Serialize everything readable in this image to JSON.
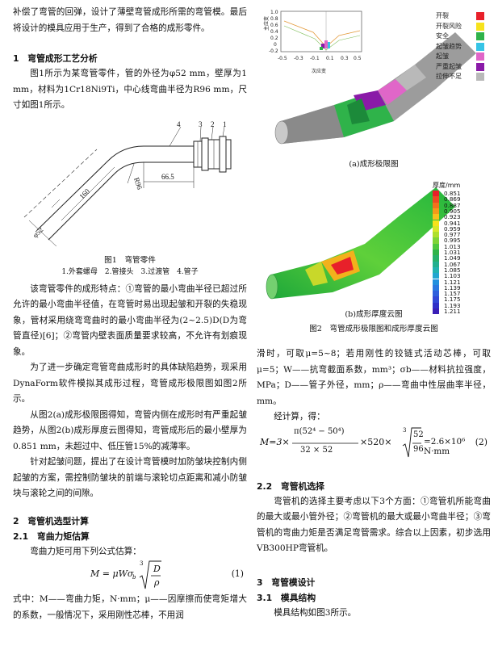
{
  "left": {
    "p_intro": "补偿了弯管的回弹，设计了薄壁弯管成形所需的弯管模。最后将设计的模具应用于生产，得到了合格的成形零件。",
    "sec1": "1　弯管成形工艺分析",
    "p1": "图1所示为某弯管零件，管的外径为φ52 mm，壁厚为1 mm，材料为1Cr18Ni9Ti，中心线弯曲半径为R96 mm，尺寸如图1所示。",
    "fig1": {
      "labels": [
        "4",
        "3",
        "2",
        "1"
      ],
      "dim_r": "R96",
      "dim_665": "66.5",
      "dim_160": "160",
      "dim_phi": "φ52",
      "caption": "图1　弯管零件",
      "legend": "1.外套螺母　2.管接头　3.过渡管　4.管子"
    },
    "p2": "该弯管零件的成形特点：①弯管的最小弯曲半径已超过所允许的最小弯曲半径值，在弯管时易出现起皱和开裂的失稳现象，管材采用绕弯弯曲时的最小弯曲半径为(2~2.5)D(D为弯管直径)[6]；②弯管内壁表面质量要求较高，不允许有划痕现象。",
    "p3": "为了进一步确定弯管弯曲成形时的具体缺陷趋势，现采用DynaForm软件模拟其成形过程，弯管成形极限图如图2所示。",
    "p4": "从图2(a)成形极限图得知，弯管内侧在成形时有严重起皱趋势，从图2(b)成形厚度云图得知，弯管成形后的最小壁厚为0.851 mm，未超过中、低压管15%的减薄率。",
    "p5": "针对起皱问题，提出了在设计弯管模时加防皱块控制内侧起皱的方案，需控制防皱块的前端与滚轮切点距离和减小防皱块与滚轮之间的间隙。",
    "sec2": "2　弯管机选型计算",
    "sec21": "2.1　弯曲力矩估算",
    "p6": "弯曲力矩可用下列公式估算：",
    "eq1_lhs": "M = μWσ",
    "eq1_sub": "b",
    "eq1_root": "3",
    "eq1_num": "D",
    "eq1_den": "ρ",
    "eq1_no": "(1)",
    "p7": "式中：M——弯曲力矩，N·mm；μ——因摩擦而使弯矩增大的系数，一般情况下，采用刚性芯棒，不用润"
  },
  "right": {
    "fig2a": {
      "ylabel": "主应变",
      "xlabel": "次应变",
      "yticks": [
        "1.0",
        "0.8",
        "0.6",
        "0.4",
        "0.2",
        "0",
        "-0.2"
      ],
      "xticks": [
        "-0.5",
        "-0.3",
        "-0.1",
        "0.1",
        "0.3",
        "0.5"
      ],
      "legend": [
        {
          "label": "开裂",
          "color": "#e8202a"
        },
        {
          "label": "开裂风险",
          "color": "#f7e21c"
        },
        {
          "label": "安全",
          "color": "#2fb34a"
        },
        {
          "label": "起皱趋势",
          "color": "#36c4e6"
        },
        {
          "label": "起皱",
          "color": "#e066c8"
        },
        {
          "label": "严重起皱",
          "color": "#8a1aa8"
        },
        {
          "label": "拉伸不足",
          "color": "#b9b9b9"
        }
      ],
      "caption": "(a)成形极限图"
    },
    "fig2b": {
      "title": "厚度/mm",
      "scale": [
        "0.851",
        "0.869",
        "0.887",
        "0.905",
        "0.923",
        "0.941",
        "0.959",
        "0.977",
        "0.995",
        "1.013",
        "1.031",
        "1.049",
        "1.067",
        "1.085",
        "1.103",
        "1.121",
        "1.139",
        "1.157",
        "1.175",
        "1.193",
        "1.211"
      ],
      "caption": "(b)成形厚度云图"
    },
    "fig2_caption": "图2　弯管成形极限图和成形厚度云图",
    "p1": "滑时，可取μ=5~8；若用刚性的铰链式活动芯棒，可取μ=5；W——抗弯截面系数，mm³；σb——材料抗拉强度，MPa；D——管子外径，mm；ρ——弯曲中性层曲率半径，mm。",
    "p2": "经计算，得：",
    "eq2_lhs": "M=3×",
    "eq2_num": "π(52⁴ − 50⁴)",
    "eq2_den": "32 × 52",
    "eq2_mid": "×520×",
    "eq2_root": "3",
    "eq2_rnum": "52",
    "eq2_rden": "96",
    "eq2_res": "=2.6×10⁶ N·mm",
    "eq2_no": "(2)",
    "sec22": "2.2　弯管机选择",
    "p3": "弯管机的选择主要考虑以下3个方面：①弯管机所能弯曲的最大或最小管外径；②弯管机的最大或最小弯曲半径；③弯管机的弯曲力矩是否满足弯管需求。综合以上因素，初步选用VB300HP弯管机。",
    "sec3": "3　弯管模设计",
    "sec31": "3.1　模具结构",
    "p4": "模具结构如图3所示。"
  }
}
